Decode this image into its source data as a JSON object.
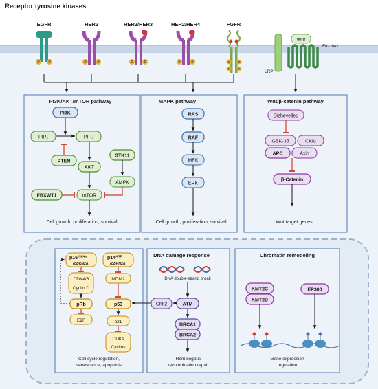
{
  "header": {
    "title": "Receptor tyrosine kinases"
  },
  "receptors": [
    "EGFR",
    "HER2",
    "HER2/HER3",
    "HER2/HER4",
    "FGFR"
  ],
  "wnt_receptor": {
    "ligand": "Wnt",
    "frizzled": "Frizzled",
    "lrp": "LRP"
  },
  "phospho_label": "P",
  "pi3k_panel": {
    "title": "PI3K/AKT/mTOR pathway",
    "nodes": {
      "pi3k": "PI3K",
      "pip2": "PIP₂",
      "pip3": "PIP₃",
      "pten": "PTEN",
      "akt": "AKT",
      "stk11": "STK11",
      "ampk": "AMPK",
      "fbxwt1": "FBXWT1",
      "mtor": "mTOR"
    },
    "outcome": "Cell growth, proliferation, survival"
  },
  "mapk_panel": {
    "title": "MAPK pathway",
    "nodes": {
      "ras": "RAS",
      "raf": "RAF",
      "mek": "MEK",
      "erk": "ERK"
    },
    "outcome": "Cell growth, proliferation, survival"
  },
  "wnt_panel": {
    "title": "Wnt/β-catenin pathway",
    "nodes": {
      "dishevelled": "Dishevelled",
      "gsk3b": "GSK-3β",
      "ck1a": "CKIα",
      "apc": "APC",
      "axin": "Axin",
      "bcatenin": "β-Catenin"
    },
    "outcome": "Wnt target genes"
  },
  "cell_cycle_panel": {
    "nodes": {
      "p16": "p16",
      "p16_sup": "INK4a",
      "p16_gene": "(CDKN2A)",
      "p14": "p14",
      "p14_sup": "ARF",
      "p14_gene": "(CDKN2A)",
      "cdk46": "CDK4/6",
      "cyclind": "Cyclin D",
      "mdm2": "MDM2",
      "prb": "pRb",
      "p53": "p53",
      "e2f": "E2F",
      "p21": "p21",
      "cdks": "CDKs",
      "cyclins": "Cyclins"
    },
    "outcome_lines": [
      "Cell cycle regulation,",
      "senescence, apoptosis"
    ]
  },
  "dna_panel": {
    "title": "DNA damage response",
    "dsb_label": "DNA double-strand break",
    "nodes": {
      "chk2": "Chk2",
      "atm": "ATM",
      "brca1": "BRCA1",
      "brca2": "BRCA2"
    },
    "outcome_lines": [
      "Homologous",
      "recombination repair"
    ]
  },
  "chromatin_panel": {
    "title": "Chromatin remodeling",
    "nodes": {
      "kmt2c": "KMT2C",
      "kmt2d": "KMT2D",
      "ep300": "EP300"
    },
    "outcome_lines": [
      "Gene expression",
      "regulation"
    ]
  },
  "colors": {
    "cell_fill": "#eef3fa",
    "membrane": "#b7c6dc",
    "panel_border": "#4a78b4",
    "green_fill": "#dff0d2",
    "green_stroke": "#4f8a34",
    "blue_fill": "#d9e6f5",
    "blue_stroke": "#3d6ea8",
    "purple_fill": "#eadcf2",
    "purple_stroke": "#8a3d9a",
    "yellow_fill": "#fbeec0",
    "yellow_stroke": "#c08a18",
    "inhibit": "#d33a2c",
    "phospho": "#e8b23a",
    "egfr": "#2d9a86",
    "her2": "#9c4fa8",
    "fgfr": "#7daa4a",
    "frizzled": "#3f8a4a"
  }
}
